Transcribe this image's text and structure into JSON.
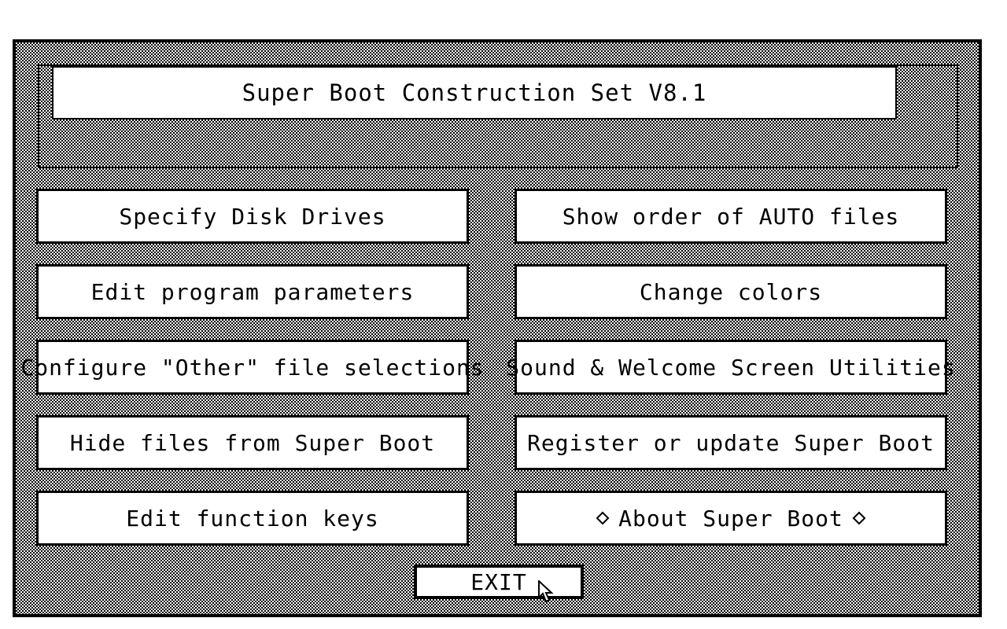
{
  "title": "Super Boot Construction Set V8.1",
  "menu": {
    "left": [
      {
        "label": "Specify Disk Drives"
      },
      {
        "label": "Edit program parameters"
      },
      {
        "label": "Configure \"Other\" file selections"
      },
      {
        "label": "Hide files from Super Boot"
      },
      {
        "label": "Edit function keys"
      }
    ],
    "right": [
      {
        "label": "Show order of AUTO files"
      },
      {
        "label": "Change colors"
      },
      {
        "label": "Sound & Welcome Screen Utilities"
      },
      {
        "label": "Register or update Super Boot"
      },
      {
        "label": "About Super Boot"
      }
    ]
  },
  "exit_label": "EXIT",
  "icons": {
    "about_left": "diamond-icon",
    "about_right": "diamond-icon",
    "cursor": "arrow-cursor-icon"
  },
  "colors": {
    "foreground": "#000000",
    "background": "#ffffff"
  }
}
